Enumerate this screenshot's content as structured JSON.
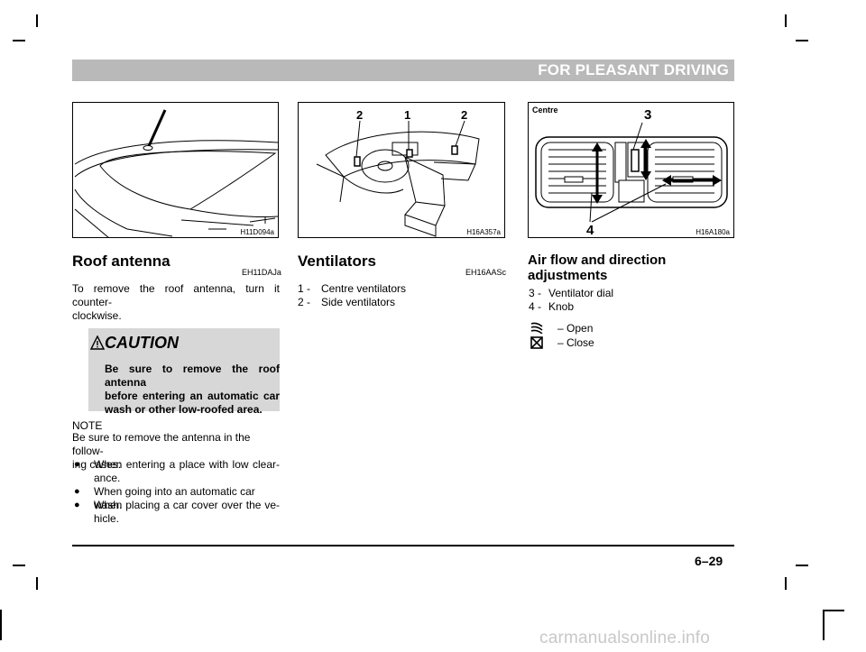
{
  "header": {
    "title": "FOR PLEASANT DRIVING"
  },
  "figures": {
    "roof": {
      "code": "H11D094a"
    },
    "dash": {
      "code": "H16A357a",
      "callouts": [
        "2",
        "1",
        "2"
      ]
    },
    "vent": {
      "code": "H16A180a",
      "label": "Centre",
      "callouts": [
        "3",
        "4"
      ]
    }
  },
  "roof_antenna": {
    "title": "Roof antenna",
    "code": "EH11DAJa",
    "text": "To remove the roof antenna, turn it counter-clockwise.",
    "text_line1": "To remove the roof antenna, turn it counter-",
    "text_line2": "clockwise.",
    "caution": {
      "title": "CAUTION",
      "lines": [
        "Be sure to remove the roof antenna",
        "before entering an automatic car",
        "wash or other low-roofed area."
      ]
    },
    "note": {
      "label": "NOTE",
      "intro_line1": "Be sure to remove the antenna in the follow-",
      "intro_line2": "ing cases:",
      "bullets": [
        {
          "line1": "When entering a place with low clear-",
          "line2": "ance."
        },
        {
          "line1": "When going into an automatic car wash.",
          "line2": ""
        },
        {
          "line1": "When placing a car cover over the ve-",
          "line2": "hicle."
        }
      ]
    }
  },
  "ventilators": {
    "title": "Ventilators",
    "code": "EH16AASc",
    "items": [
      {
        "num": "1 -",
        "label": "Centre ventilators"
      },
      {
        "num": "2 -",
        "label": "Side ventilators"
      }
    ]
  },
  "airflow": {
    "title_line1": "Air flow and direction",
    "title_line2": "adjustments",
    "items": [
      {
        "num": "3 -",
        "label": "Ventilator dial"
      },
      {
        "num": "4 -",
        "label": "Knob"
      }
    ],
    "open_label": "– Open",
    "close_label": "– Close"
  },
  "footer": {
    "page_number": "6–29"
  },
  "watermark": "carmanualsonline.info"
}
